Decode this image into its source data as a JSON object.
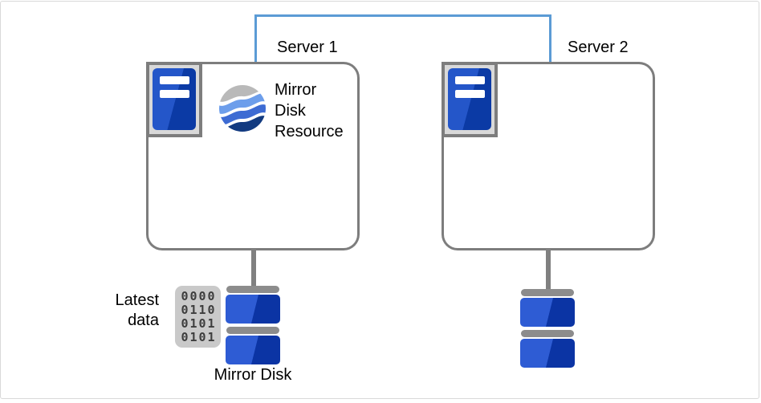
{
  "diagram_type": "cluster-mirror-disk-replication",
  "colors": {
    "link_blue": "#5b9bd5",
    "node_border_gray": "#7d7d7d",
    "icon_frame_fill": "#d9d9d9",
    "blue_light": "#2e5cd4",
    "blue_dark": "#0b34a4",
    "bar_gray": "#8c8c8c",
    "connector_gray": "#808080",
    "data_block_fill": "#c9c9c9",
    "data_digit_color": "#3d3d3d",
    "wave_gray": "#b9b9b9",
    "wave_light_blue": "#6d9eeb",
    "wave_mid_blue": "#3d6bd3",
    "wave_navy": "#123a80"
  },
  "servers": [
    {
      "label": "Server 1",
      "icon": "server-tower-icon",
      "resource_icon": "mirror-disk-resource-icon",
      "resource_label": "Mirror Disk Resource"
    },
    {
      "label": "Server 2",
      "icon": "server-tower-icon"
    }
  ],
  "disks": {
    "label": "Mirror Disk",
    "latest_data": {
      "label": "Latest data",
      "icon": "binary-data-icon",
      "bits": [
        "0000",
        "0110",
        "0101",
        "0101"
      ]
    }
  }
}
